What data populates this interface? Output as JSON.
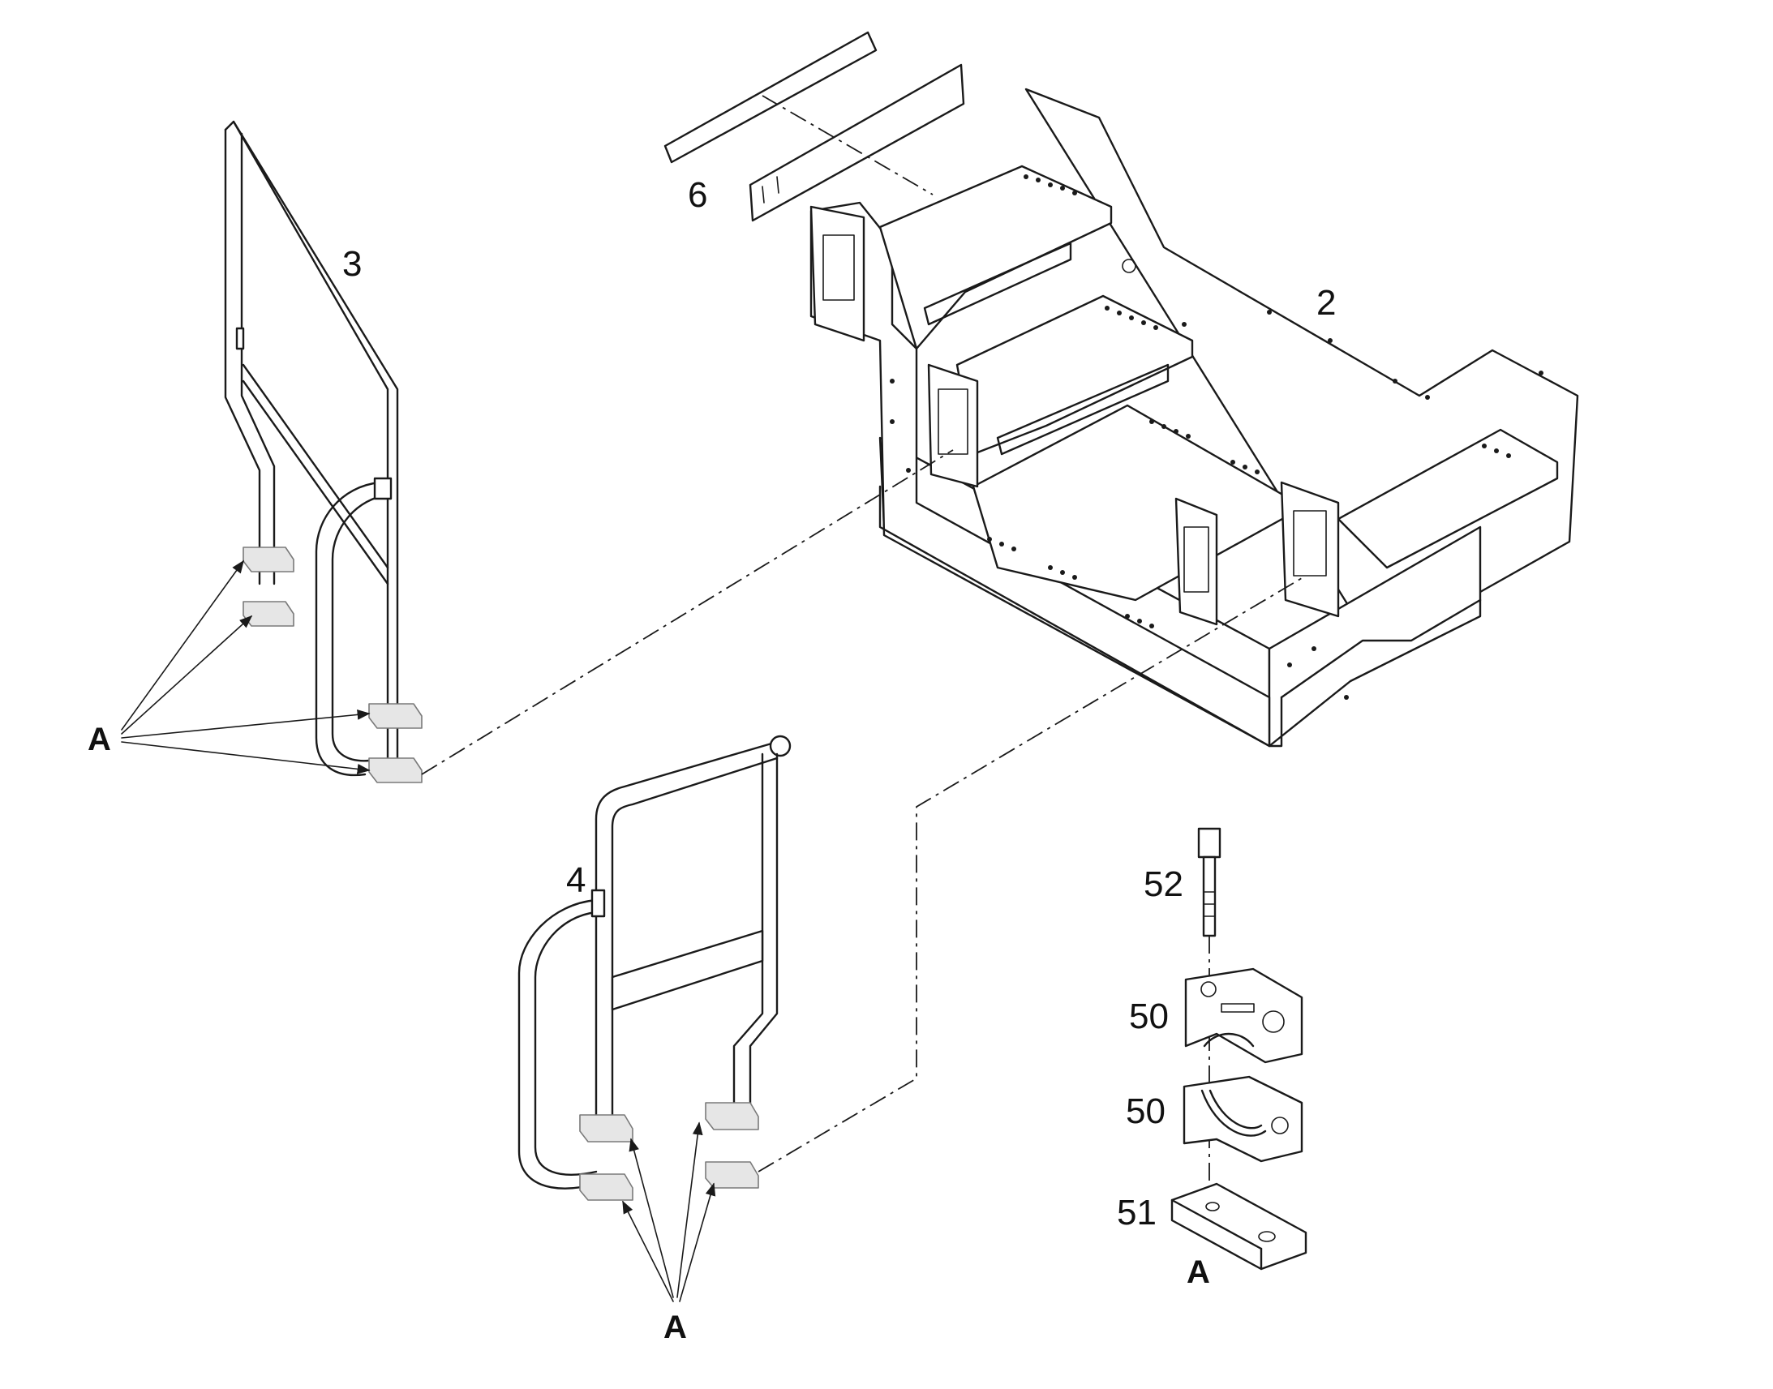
{
  "callouts": {
    "part_2": "2",
    "part_3": "3",
    "part_4": "4",
    "part_6": "6",
    "part_50_top": "50",
    "part_50_bottom": "50",
    "part_51": "51",
    "part_52": "52",
    "detail_a_left": "A",
    "detail_a_bottom": "A",
    "detail_a_clamp": "A"
  },
  "colors": {
    "line": "#1a1a1a",
    "clamp_fill": "#e6e6e6",
    "background": "#ffffff"
  }
}
